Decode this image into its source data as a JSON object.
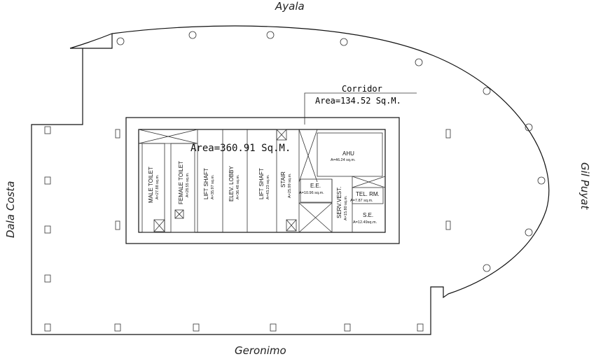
{
  "streets": {
    "north": "Ayala",
    "south": "Geronimo",
    "west": "Dala Costa",
    "east": "Gil Puyat"
  },
  "corridor": {
    "label": "Corridor",
    "area": "Area=134.52 Sq.M."
  },
  "core_area": "Area=360.91  Sq.M.",
  "rooms": [
    {
      "name": "MALE TOILET",
      "area": "A=27.88 sq.m."
    },
    {
      "name": "FEMALE TOILET",
      "area": "A=28.55 sq.m."
    },
    {
      "name": "LIFT SHAFT",
      "area": "A=35.97 sq.m."
    },
    {
      "name": "ELEV. LOBBY",
      "area": "A=36.48 sq.m."
    },
    {
      "name": "LIFT SHAFT",
      "area": "A=43.23 sq.m."
    },
    {
      "name": "STAIR",
      "area": "A=25.99 sq.m."
    },
    {
      "name": "AHU",
      "area": "A=46.24 sq.m."
    },
    {
      "name": "E.E.",
      "area": "A=10.96 sq.m."
    },
    {
      "name": "SERV.VEST.",
      "area": "A=15.80 sq.m."
    },
    {
      "name": "TEL. RM.",
      "area": "A=7.87 sq.m."
    },
    {
      "name": "S.E.",
      "area": "A=12.49sq.m."
    }
  ]
}
